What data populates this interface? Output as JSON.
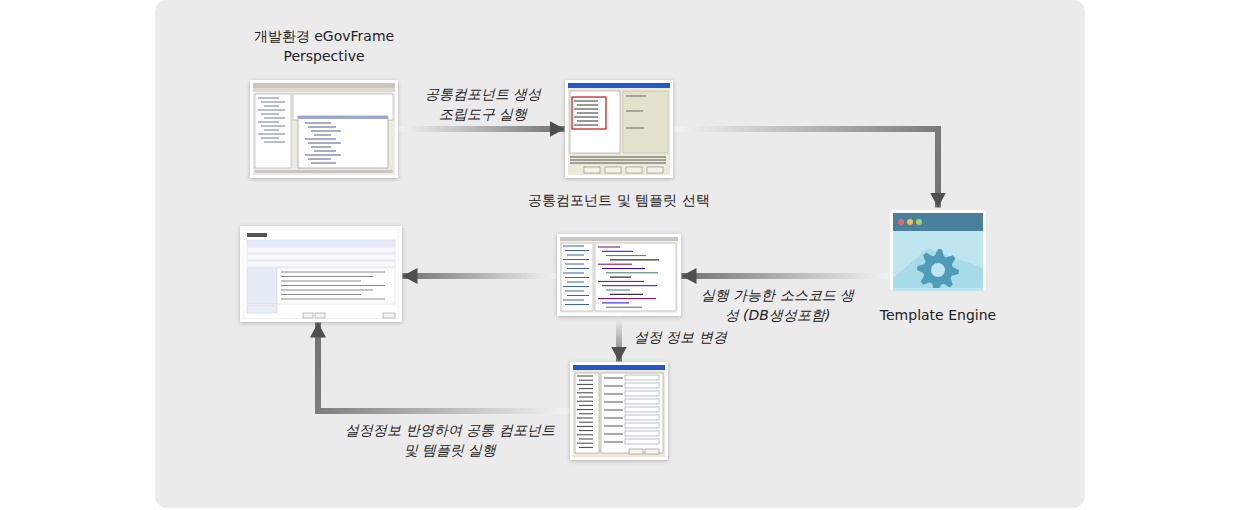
{
  "diagram": {
    "nodes": [
      {
        "text": [
          "개발환경 eGovFrame Perspective"
        ]
      },
      {
        "text": [
          "공통컴포넌트 및 템플릿 선택"
        ]
      },
      {
        "text": [
          "Template Engine"
        ]
      },
      {
        "text": []
      },
      {
        "text": []
      },
      {
        "text": []
      }
    ],
    "edges": [
      {
        "from": 0,
        "to": 1,
        "arrow": "to",
        "label": "공통컴포넌트 생성 조립도구 실행"
      },
      {
        "from": 1,
        "to": 2,
        "arrow": "to"
      },
      {
        "from": 2,
        "to": 3,
        "arrow": "to",
        "label": "실행 가능한 소스코드 생성 (DB생성포함)"
      },
      {
        "from": 3,
        "to": 4,
        "arrow": "to"
      },
      {
        "from": 3,
        "to": 5,
        "arrow": "to",
        "label": "설정 정보 변경"
      },
      {
        "from": 5,
        "to": 4,
        "arrow": "to",
        "label": "설정정보 반영하여 공통 컴포넌트 및 템플릿 실행"
      }
    ]
  }
}
